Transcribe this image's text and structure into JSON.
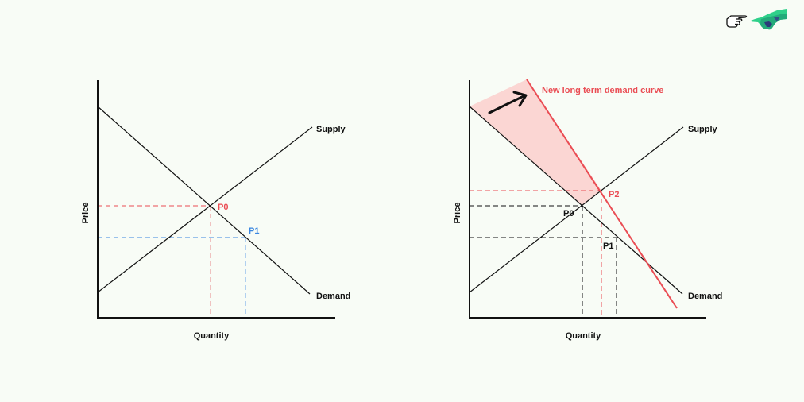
{
  "logo": {
    "icon": "pointing-hands-icon",
    "description": "hand pointing at green robotic hand"
  },
  "colors": {
    "background": "#f8fcf6",
    "axis": "#111111",
    "curve": "#111111",
    "equilibrium_red": "#ea4d54",
    "shift_blue": "#3a86e0",
    "shade": "#fbd6d3"
  },
  "left_chart": {
    "xlabel": "Quantity",
    "ylabel": "Price",
    "supply_label": "Supply",
    "demand_label": "Demand",
    "p0_label": "P0",
    "p1_label": "P1"
  },
  "right_chart": {
    "xlabel": "Quantity",
    "ylabel": "Price",
    "supply_label": "Supply",
    "demand_label": "Demand",
    "p0_label": "P0",
    "p1_label": "P1",
    "p2_label": "P2",
    "new_curve_label": "New long term demand curve"
  },
  "chart_data": [
    {
      "type": "line",
      "title": "",
      "xlabel": "Quantity",
      "ylabel": "Price",
      "grid": false,
      "series": [
        {
          "name": "Supply",
          "points": [
            [
              0,
              0.1
            ],
            [
              0.9,
              0.8
            ]
          ]
        },
        {
          "name": "Demand",
          "points": [
            [
              0,
              0.89
            ],
            [
              0.9,
              0.1
            ]
          ]
        }
      ],
      "annotations": [
        {
          "label": "P0",
          "x": 0.47,
          "y": 0.47,
          "color": "#ea4d54",
          "note": "equilibrium, dashed guides to axes"
        },
        {
          "label": "P1",
          "x": 0.62,
          "y": 0.34,
          "color": "#3a86e0",
          "note": "lower price point on demand, dashed guides to axes"
        }
      ]
    },
    {
      "type": "line",
      "title": "",
      "xlabel": "Quantity",
      "ylabel": "Price",
      "grid": false,
      "series": [
        {
          "name": "Supply",
          "points": [
            [
              0,
              0.1
            ],
            [
              0.9,
              0.8
            ]
          ]
        },
        {
          "name": "Demand",
          "points": [
            [
              0,
              0.89
            ],
            [
              0.9,
              0.1
            ]
          ]
        },
        {
          "name": "New long term demand curve",
          "points": [
            [
              0.24,
              1.0
            ],
            [
              0.87,
              0.04
            ]
          ],
          "color": "#ea4d54"
        }
      ],
      "annotations": [
        {
          "label": "P0",
          "x": 0.47,
          "y": 0.47,
          "color": "#111111"
        },
        {
          "label": "P1",
          "x": 0.62,
          "y": 0.34,
          "color": "#111111"
        },
        {
          "label": "P2",
          "x": 0.55,
          "y": 0.53,
          "color": "#ea4d54"
        },
        {
          "label": "arrow",
          "note": "arrow pointing up-right indicating demand shift; shaded region between old and new demand"
        }
      ]
    }
  ]
}
